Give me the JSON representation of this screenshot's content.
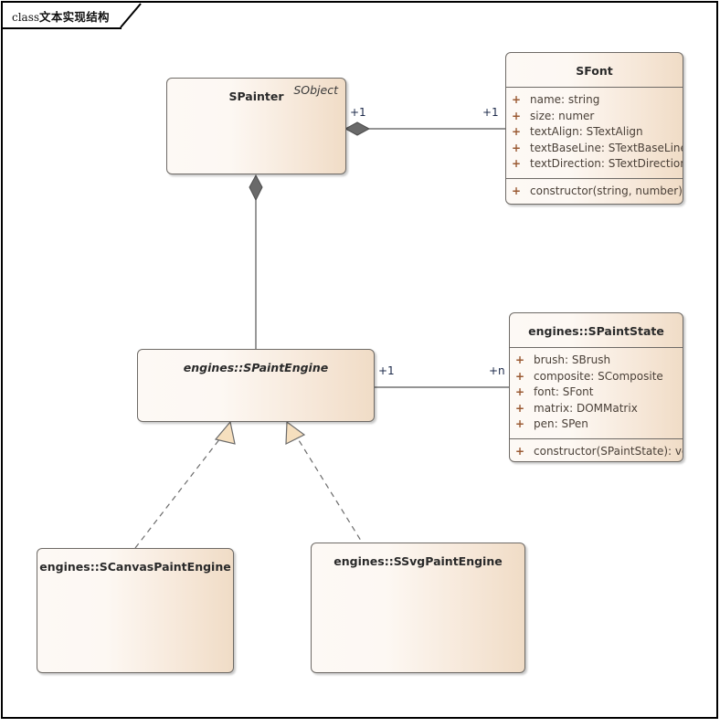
{
  "diagram": {
    "frame_label_prefix": "class",
    "frame_label_text": "文本实现结构",
    "kind": "uml-class-diagram",
    "colors": {
      "box_fill_left": "#fdf9f5",
      "box_fill_right": "#f0dcc6",
      "box_border": "#6e6a66",
      "visibility_marker": "#9a5a33",
      "member_text": "#4a4038",
      "connector": "#555555",
      "diamond_fill": "#6a6a6a",
      "triangle_fill": "#f6dfbe",
      "multiplicity_text": "#1c2a4a"
    }
  },
  "classes": {
    "spainter": {
      "name": "SPainter",
      "stereotype": "SObject",
      "abstract": false,
      "attributes": [],
      "operations": []
    },
    "sfont": {
      "name": "SFont",
      "abstract": false,
      "attributes": [
        {
          "visibility": "+",
          "text": "name: string"
        },
        {
          "visibility": "+",
          "text": "size: numer"
        },
        {
          "visibility": "+",
          "text": "textAlign: STextAlign"
        },
        {
          "visibility": "+",
          "text": "textBaseLine: STextBaseLine"
        },
        {
          "visibility": "+",
          "text": "textDirection: STextDirection"
        }
      ],
      "operations": [
        {
          "visibility": "+",
          "text": "constructor(string, number): void"
        }
      ]
    },
    "spaintengine": {
      "name": "engines::SPaintEngine",
      "abstract": true,
      "attributes": [],
      "operations": []
    },
    "spaintstate": {
      "name": "engines::SPaintState",
      "abstract": false,
      "attributes": [
        {
          "visibility": "+",
          "text": "brush: SBrush"
        },
        {
          "visibility": "+",
          "text": "composite: SComposite"
        },
        {
          "visibility": "+",
          "text": "font: SFont"
        },
        {
          "visibility": "+",
          "text": "matrix: DOMMatrix"
        },
        {
          "visibility": "+",
          "text": "pen: SPen"
        }
      ],
      "operations": [
        {
          "visibility": "+",
          "text": "constructor(SPaintState): void"
        }
      ]
    },
    "scanvaspaintengine": {
      "name": "engines::SCanvasPaintEngine",
      "abstract": false,
      "attributes": [],
      "operations": []
    },
    "ssvgpaintengine": {
      "name": "engines::SSvgPaintEngine",
      "abstract": false,
      "attributes": [],
      "operations": []
    }
  },
  "relations": {
    "painter_font": {
      "type": "composition",
      "source": "SPainter",
      "target": "SFont",
      "source_multiplicity": "+1",
      "target_multiplicity": "+1"
    },
    "painter_engine": {
      "type": "composition",
      "source": "SPainter",
      "target": "engines::SPaintEngine",
      "source_multiplicity": "",
      "target_multiplicity": ""
    },
    "engine_state": {
      "type": "association",
      "source": "engines::SPaintEngine",
      "target": "engines::SPaintState",
      "source_multiplicity": "+1",
      "target_multiplicity": "+n"
    },
    "canvas_realizes": {
      "type": "realization",
      "source": "engines::SCanvasPaintEngine",
      "target": "engines::SPaintEngine"
    },
    "svg_realizes": {
      "type": "realization",
      "source": "engines::SSvgPaintEngine",
      "target": "engines::SPaintEngine"
    }
  }
}
